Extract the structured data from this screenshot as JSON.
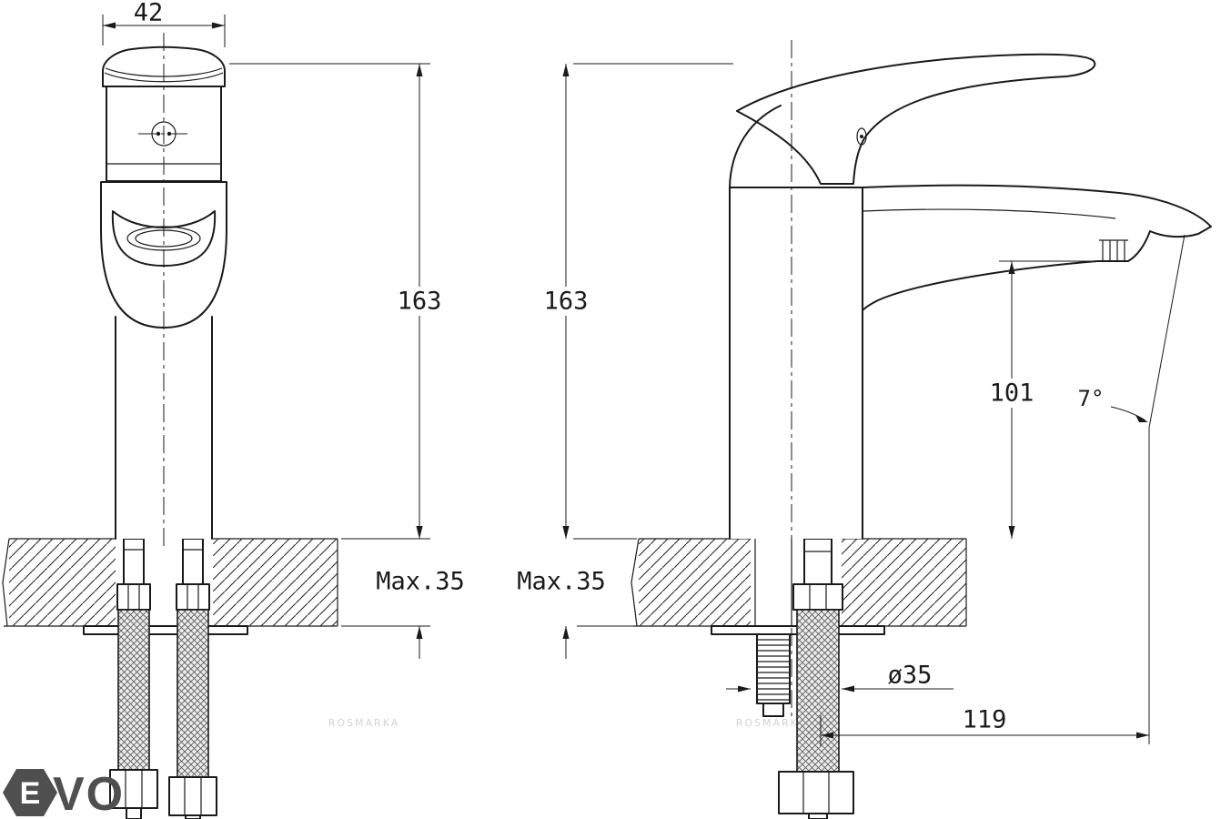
{
  "meta": {
    "background": "#ffffff",
    "line_color": "#1a1a1a",
    "drawing_type": "basin mixer faucet installation drawing, front and side views"
  },
  "front_view": {
    "dim_width_top": "42",
    "dim_height": "163",
    "dim_max_thickness": "Max.35"
  },
  "side_view": {
    "dim_height": "163",
    "dim_max_thickness": "Max.35",
    "dim_spout_height": "101",
    "dim_angle": "7°",
    "dim_hole_diameter": "ø35",
    "dim_spout_reach": "119"
  },
  "watermark": {
    "text": "ROSMARKA"
  },
  "logo": {
    "hex_letter": "E",
    "text": "VO"
  }
}
